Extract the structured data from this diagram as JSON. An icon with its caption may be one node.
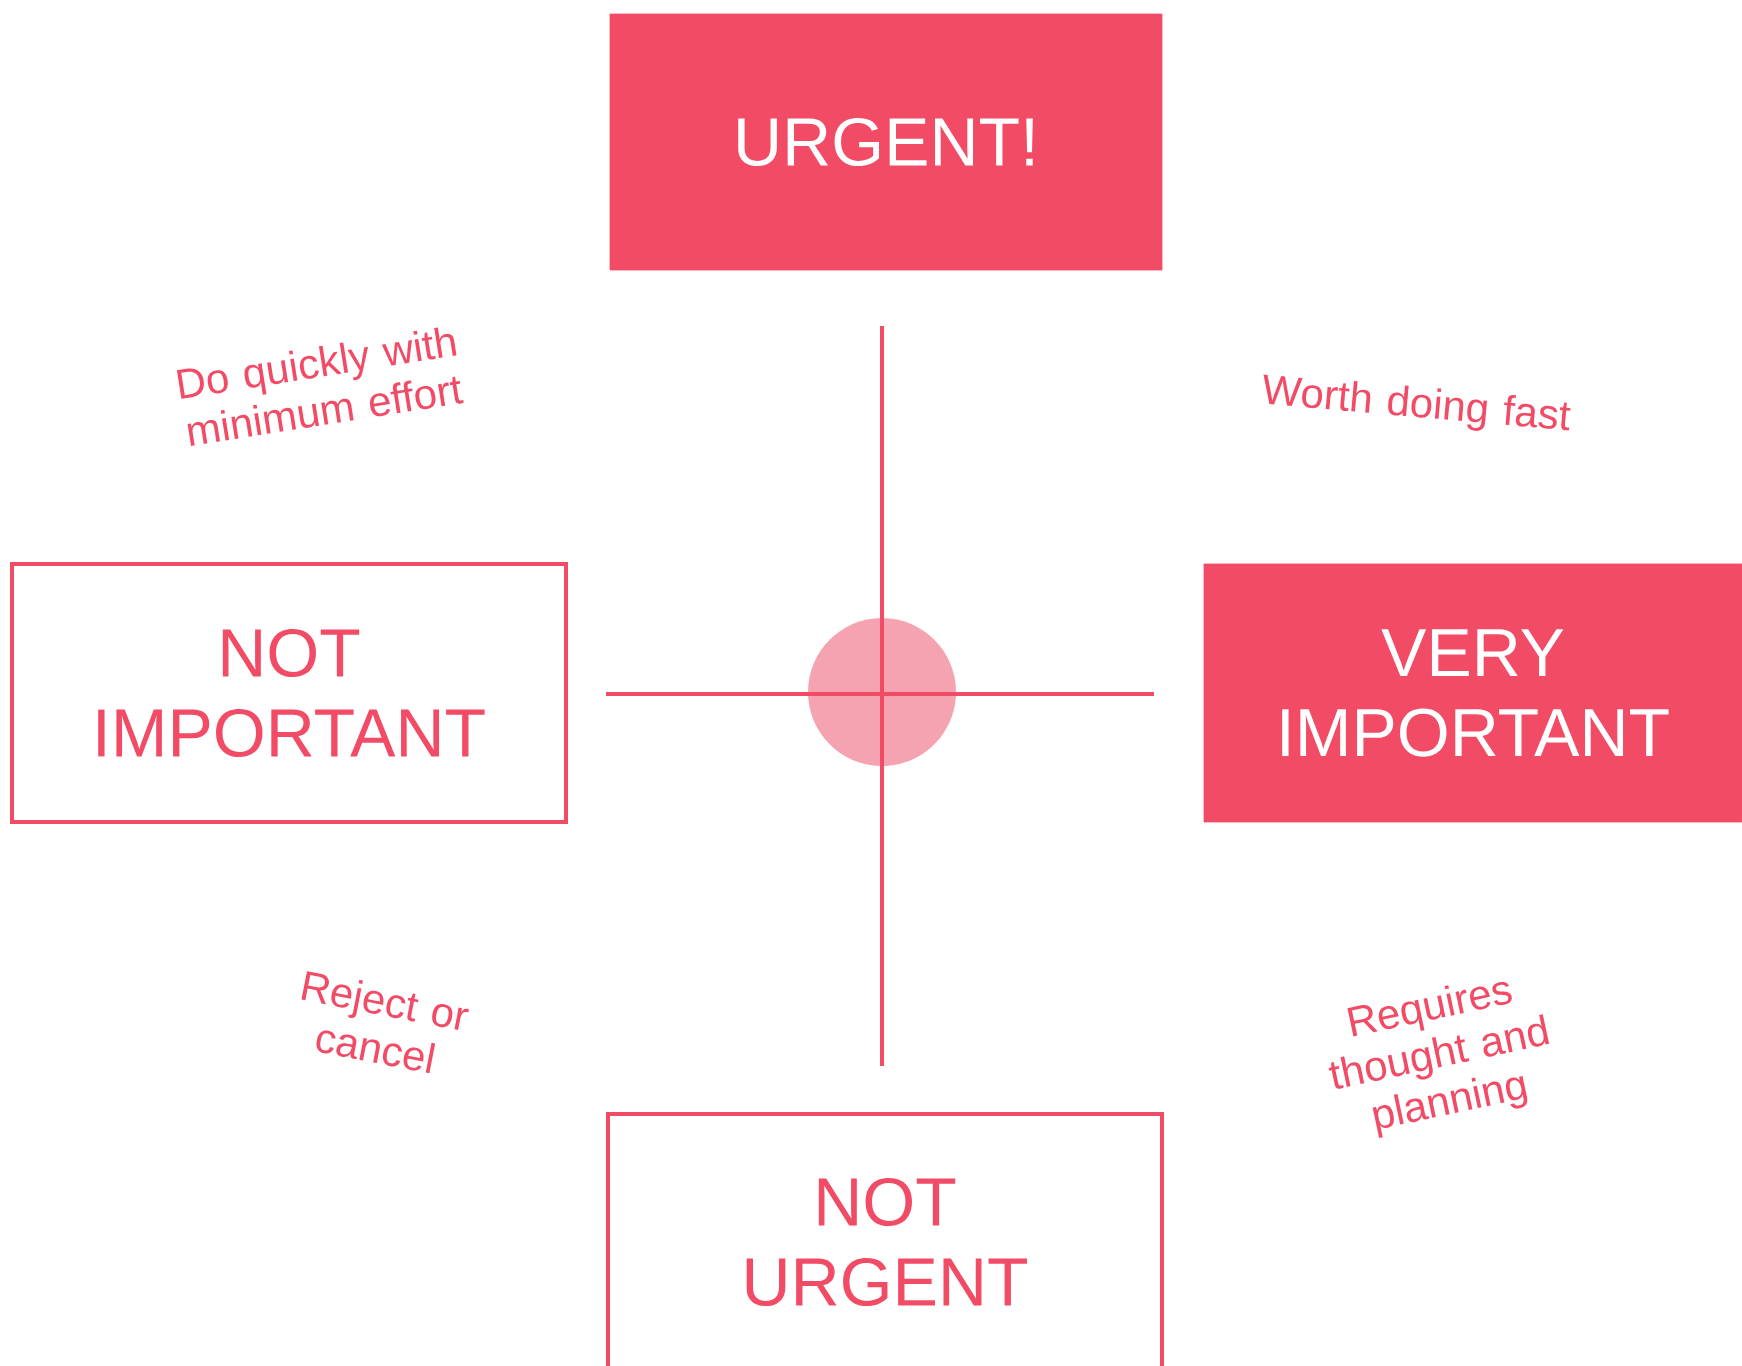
{
  "diagram": {
    "nodes": [
      {
        "text": [
          "URGENT!"
        ]
      },
      {
        "text": [
          "NOT IMPORTANT"
        ]
      },
      {
        "text": [
          "VERY IMPORTANT"
        ]
      },
      {
        "text": [
          "NOT URGENT"
        ]
      }
    ],
    "labels": [
      "Do quickly with minimum effort",
      "Worth doing fast",
      "Reject or cancel",
      "Requires thought and planning"
    ]
  }
}
